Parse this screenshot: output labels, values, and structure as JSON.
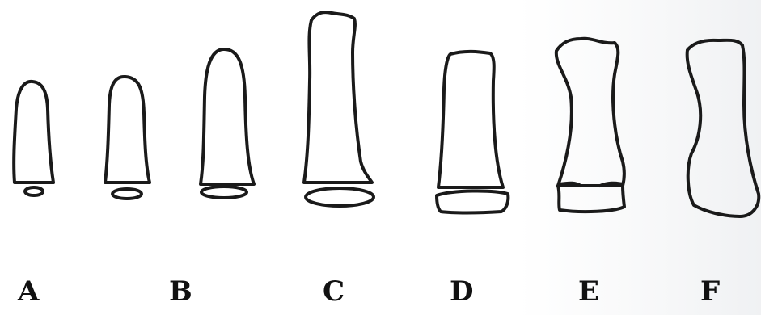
{
  "diagram": {
    "stages": [
      {
        "label": "A",
        "icon": "bone-stage-a-icon"
      },
      {
        "label": "B",
        "icon": "bone-stage-b-icon"
      },
      {
        "label": "C",
        "icon": "bone-stage-c-icon"
      },
      {
        "label": "D",
        "icon": "bone-stage-d-icon"
      },
      {
        "label": "E",
        "icon": "bone-stage-e-icon"
      },
      {
        "label": "F",
        "icon": "bone-stage-f-icon"
      }
    ],
    "line_color": "#1a1a1a",
    "background": "#ffffff"
  }
}
